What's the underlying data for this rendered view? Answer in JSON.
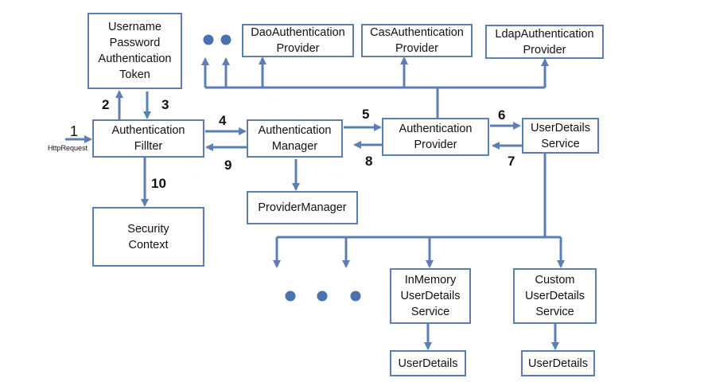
{
  "boxes": {
    "token": "Username\nPassword\nAuthentication\nToken",
    "dao": "DaoAuthentication\nProvider",
    "cas": "CasAuthentication\nProvider",
    "ldap": "LdapAuthentication\nProvider",
    "filter": "Authentication\nFillter",
    "manager": "Authentication\nManager",
    "provider": "Authentication\nProvider",
    "uds": "UserDetails\nService",
    "pm": "ProviderManager",
    "ctx": "Security\nContext",
    "inmem": "InMemory\nUserDetails\nService",
    "custom": "Custom\nUserDetails\nService",
    "ud1": "UserDetails",
    "ud2": "UserDetails"
  },
  "steps": [
    "1",
    "2",
    "3",
    "4",
    "5",
    "6",
    "7",
    "8",
    "9",
    "10"
  ],
  "http_request": "HttpRequest",
  "colors": {
    "line": "#5b7fb3",
    "dot": "#4a72b0"
  }
}
